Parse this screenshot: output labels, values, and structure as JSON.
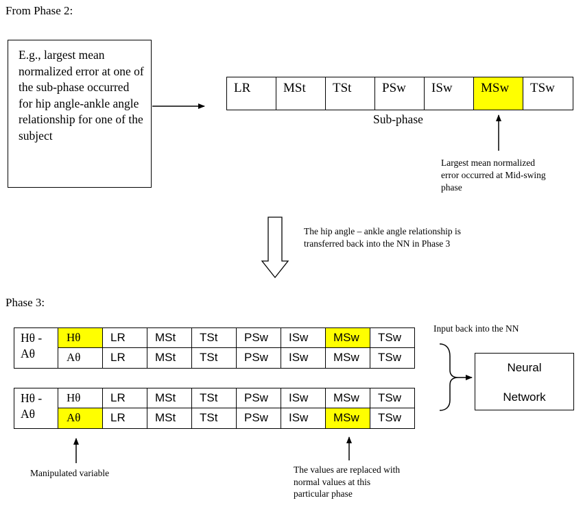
{
  "phase2": {
    "title": "From Phase 2:",
    "example_text": "E.g., largest mean normalized error at one of the sub-phase occurred for hip angle-ankle angle relationship for one of the subject",
    "sub_phases": [
      "LR",
      "MSt",
      "TSt",
      "PSw",
      "ISw",
      "MSw",
      "TSw"
    ],
    "highlighted_sub_phase": "MSw",
    "sub_phase_caption": "Sub-phase",
    "mid_swing_note": [
      "Largest mean normalized",
      "error occurred at Mid-swing",
      "phase"
    ]
  },
  "transfer_note": [
    "The hip angle – ankle angle relationship is",
    "transferred back into the NN in Phase 3"
  ],
  "phase3": {
    "title": "Phase 3:",
    "relationship_label": [
      "Hθ -",
      "Aθ"
    ],
    "variables": [
      "Hθ",
      "Aθ"
    ],
    "sub_phases": [
      "LR",
      "MSt",
      "TSt",
      "PSw",
      "ISw",
      "MSw",
      "TSw"
    ],
    "input_back_label": "Input back into the NN",
    "neural_network": [
      "Neural",
      "Network"
    ],
    "manipulated_label": "Manipulated variable",
    "replaced_note": [
      "The values are replaced with",
      "normal values at this",
      "particular phase"
    ]
  },
  "colors": {
    "highlight": "#ffff00",
    "line": "#000000"
  },
  "icons": [
    "right-arrow-icon",
    "up-arrow-icon",
    "hollow-down-arrow-icon",
    "curly-brace-icon"
  ]
}
